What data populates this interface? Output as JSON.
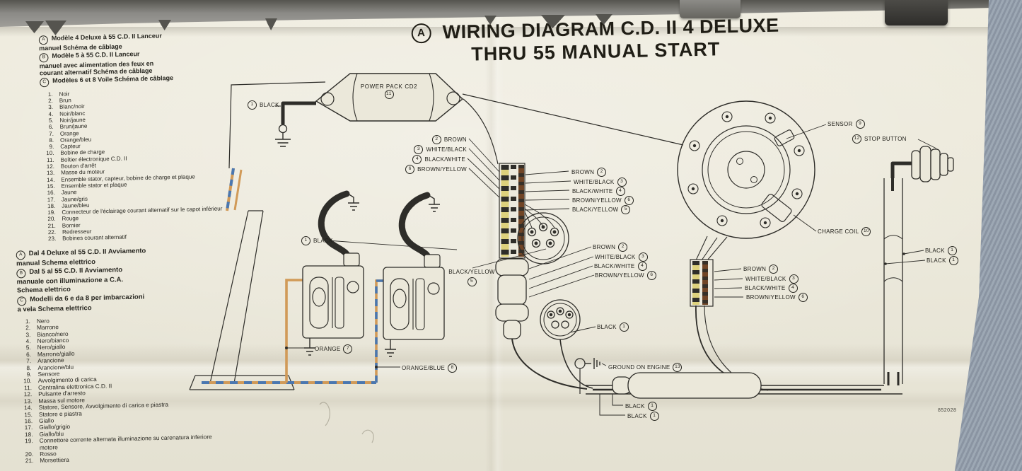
{
  "photo": {
    "paper_color": "#ebe8da",
    "background_color": "#8b8a86",
    "fabric_color": "#94a0ad",
    "ink_color": "#2e2d29",
    "wire_colors": {
      "orange": "#d19a58",
      "blue": "#4a77b0",
      "yellow": "#ddd17c",
      "brown": "#714526"
    }
  },
  "title": {
    "badge": "A",
    "line1": "WIRING DIAGRAM C.D. II 4 DELUXE",
    "line2": "THRU 55 MANUAL START"
  },
  "legend_fr": {
    "header": [
      {
        "c": "A",
        "t": "Modèle 4 Deluxe à 55 C.D. II Lanceur"
      },
      {
        "t": "manuel Schéma de câblage"
      },
      {
        "c": "B",
        "t": "Modèle 5 à 55 C.D. II Lanceur"
      },
      {
        "t": "manuel avec alimentation des feux en"
      },
      {
        "t": "courant alternatif Schéma de câblage"
      },
      {
        "c": "C",
        "t": "Modèles 6 et 8 Voile Schéma de câblage"
      }
    ],
    "items": [
      {
        "n": "1.",
        "t": "Noir"
      },
      {
        "n": "2.",
        "t": "Brun"
      },
      {
        "n": "3.",
        "t": "Blanc/noir"
      },
      {
        "n": "4.",
        "t": "Noir/blanc"
      },
      {
        "n": "5.",
        "t": "Noir/jaune"
      },
      {
        "n": "6.",
        "t": "Brun/jaune"
      },
      {
        "n": "7.",
        "t": "Orange"
      },
      {
        "n": "8.",
        "t": "Orange/bleu"
      },
      {
        "n": "9.",
        "t": "Capteur"
      },
      {
        "n": "10.",
        "t": "Bobine de charge"
      },
      {
        "n": "11.",
        "t": "Boîtier électronique C.D. II"
      },
      {
        "n": "12.",
        "t": "Bouton d'arrêt"
      },
      {
        "n": "13.",
        "t": "Masse du moteur"
      },
      {
        "n": "14.",
        "t": "Ensemble stator, capteur, bobine de charge et plaque"
      },
      {
        "n": "15.",
        "t": "Ensemble stator et plaque"
      },
      {
        "n": "16.",
        "t": "Jaune"
      },
      {
        "n": "17.",
        "t": "Jaune/gris"
      },
      {
        "n": "18.",
        "t": "Jaune/bleu"
      },
      {
        "n": "19.",
        "t": "Connecteur de l'éclairage courant alternatif sur le capot inférieur"
      },
      {
        "n": "20.",
        "t": "Rouge"
      },
      {
        "n": "21.",
        "t": "Bornier"
      },
      {
        "n": "22.",
        "t": "Redresseur"
      },
      {
        "n": "23.",
        "t": "Bobines courant alternatif"
      }
    ]
  },
  "legend_it": {
    "header": [
      {
        "c": "A",
        "t": "Dal 4 Deluxe al 55 C.D. II Avviamento"
      },
      {
        "t": "manual Schema elettrico"
      },
      {
        "c": "B",
        "t": "Dal 5 al 55 C.D. II Avviamento"
      },
      {
        "t": "manuale con illuminazione a C.A."
      },
      {
        "t": "Schema elettrico"
      },
      {
        "c": "C",
        "t": "Modelli da 6 e da 8 per imbarcazioni"
      },
      {
        "t": "a vela Schema elettrico"
      }
    ],
    "items": [
      {
        "n": "1.",
        "t": "Nero"
      },
      {
        "n": "2.",
        "t": "Marrone"
      },
      {
        "n": "3.",
        "t": "Bianco/nero"
      },
      {
        "n": "4.",
        "t": "Nero/bianco"
      },
      {
        "n": "5.",
        "t": "Nero/giallo"
      },
      {
        "n": "6.",
        "t": "Marrone/giallo"
      },
      {
        "n": "7.",
        "t": "Arancione"
      },
      {
        "n": "8.",
        "t": "Arancione/blu"
      },
      {
        "n": "9.",
        "t": "Sensore"
      },
      {
        "n": "10.",
        "t": "Avvolgimento di carica"
      },
      {
        "n": "11.",
        "t": "Centralina elettronica C.D. II"
      },
      {
        "n": "12.",
        "t": "Pulsante d'arresto"
      },
      {
        "n": "13.",
        "t": "Massa sul motore"
      },
      {
        "n": "14.",
        "t": "Statore, Sensore, Avvolgimento di carica e piastra"
      },
      {
        "n": "15.",
        "t": "Statore e piastra"
      },
      {
        "n": "16.",
        "t": "Giallo"
      },
      {
        "n": "17.",
        "t": "Giallo/grigio"
      },
      {
        "n": "18.",
        "t": "Giallo/blu"
      },
      {
        "n": "19.",
        "t": "Connettore corrente alternata illuminazione su carenatura inferiore motore"
      },
      {
        "n": "20.",
        "t": "Rosso"
      },
      {
        "n": "21.",
        "t": "Morsettiera"
      }
    ]
  },
  "diagram": {
    "power_pack": {
      "label": "POWER PACK CD2",
      "num": "11"
    },
    "part_number": "852028",
    "callouts": [
      {
        "num": "1",
        "text": "BLACK"
      },
      {
        "num": "2",
        "text": "BROWN"
      },
      {
        "num": "3",
        "text": "WHITE/BLACK"
      },
      {
        "num": "4",
        "text": "BLACK/WHITE"
      },
      {
        "num": "6",
        "text": "BROWN/YELLOW"
      },
      {
        "num": "2",
        "text": "BROWN"
      },
      {
        "num": "3",
        "text": "WHITE/BLACK"
      },
      {
        "num": "4",
        "text": "BLACK/WHITE"
      },
      {
        "num": "6",
        "text": "BROWN/YELLOW"
      },
      {
        "num": "5",
        "text": "BLACK/YELLOW"
      },
      {
        "num": "1",
        "text": "BLACK"
      },
      {
        "num": "5",
        "text": "BLACK/YELLOW"
      },
      {
        "num": "2",
        "text": "BROWN"
      },
      {
        "num": "3",
        "text": "WHITE/BLACK"
      },
      {
        "num": "4",
        "text": "BLACK/WHITE"
      },
      {
        "num": "6",
        "text": "BROWN/YELLOW"
      },
      {
        "num": "2",
        "text": "BROWN"
      },
      {
        "num": "3",
        "text": "WHITE/BLACK"
      },
      {
        "num": "4",
        "text": "BLACK/WHITE"
      },
      {
        "num": "6",
        "text": "BROWN/YELLOW"
      },
      {
        "num": "9",
        "text": "SENSOR"
      },
      {
        "num": "12",
        "text": "STOP BUTTON"
      },
      {
        "num": "10",
        "text": "CHARGE COIL"
      },
      {
        "num": "1",
        "text": "BLACK"
      },
      {
        "num": "1",
        "text": "BLACK"
      },
      {
        "num": "7",
        "text": "ORANGE"
      },
      {
        "num": "8",
        "text": "ORANGE/BLUE"
      },
      {
        "num": "1",
        "text": "BLACK"
      },
      {
        "num": "13",
        "text": "GROUND ON ENGINE"
      },
      {
        "num": "1",
        "text": "BLACK"
      },
      {
        "num": "1",
        "text": "BLACK"
      }
    ]
  }
}
